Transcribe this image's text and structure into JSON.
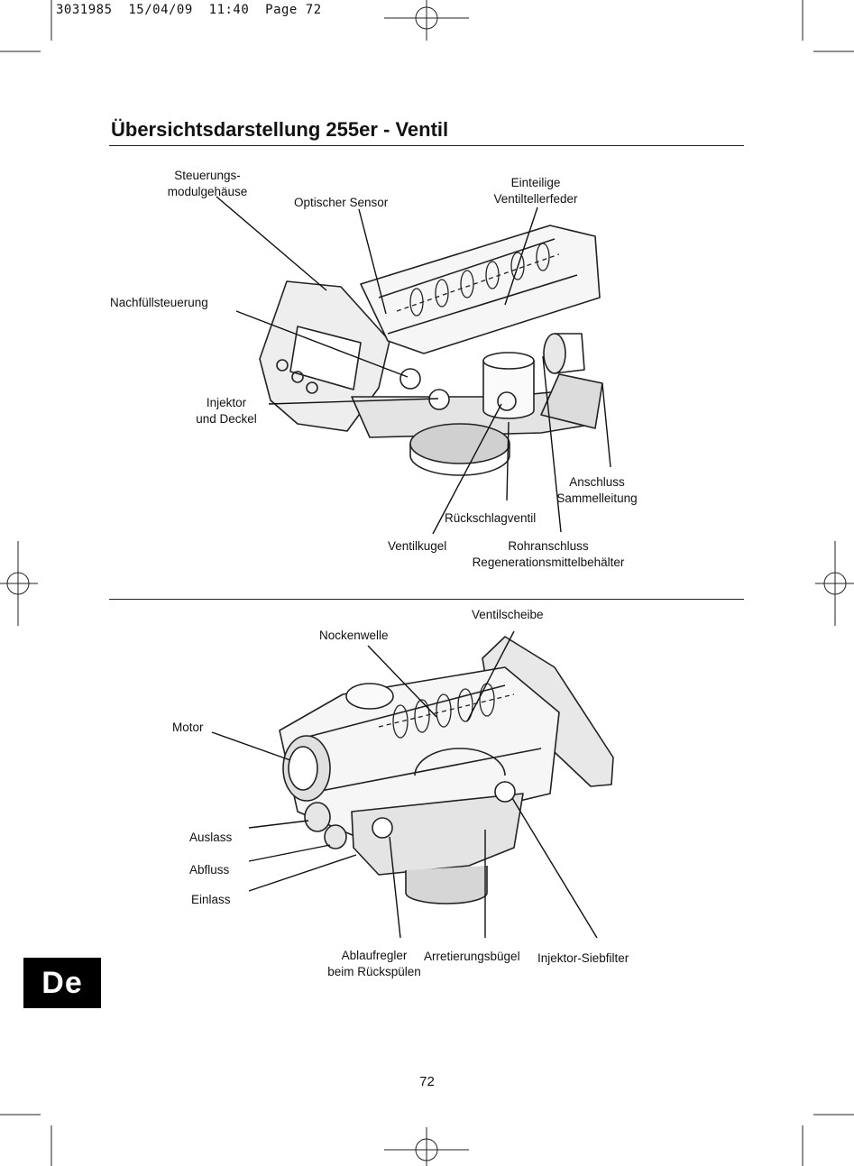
{
  "slug_line": "3031985  15/04/09  11:40  Page 72",
  "heading": "Übersichtsdarstellung 255er - Ventil",
  "figure1": {
    "labels": [
      {
        "id": "steuerungs",
        "lines": [
          "Steuerungs-",
          "modulgehäuse"
        ]
      },
      {
        "id": "optischer",
        "lines": [
          "Optischer Sensor"
        ]
      },
      {
        "id": "einteilige",
        "lines": [
          "Einteilige",
          "Ventiltellerfeder"
        ]
      },
      {
        "id": "nachfuell",
        "lines": [
          "Nachfüllsteuerung"
        ]
      },
      {
        "id": "injektor",
        "lines": [
          "Injektor",
          "und Deckel"
        ]
      },
      {
        "id": "anschluss",
        "lines": [
          "Anschluss",
          "Sammelleitung"
        ]
      },
      {
        "id": "rueckschlag",
        "lines": [
          "Rückschlagventil"
        ]
      },
      {
        "id": "ventilkugel",
        "lines": [
          "Ventilkugel"
        ]
      },
      {
        "id": "rohranschluss",
        "lines": [
          "Rohranschluss",
          "Regenerationsmittelbehälter"
        ]
      }
    ]
  },
  "figure2": {
    "labels": [
      {
        "id": "ventilscheibe",
        "lines": [
          "Ventilscheibe"
        ]
      },
      {
        "id": "nockenwelle",
        "lines": [
          "Nockenwelle"
        ]
      },
      {
        "id": "motor",
        "lines": [
          "Motor"
        ]
      },
      {
        "id": "auslass",
        "lines": [
          "Auslass"
        ]
      },
      {
        "id": "abfluss",
        "lines": [
          "Abfluss"
        ]
      },
      {
        "id": "einlass",
        "lines": [
          "Einlass"
        ]
      },
      {
        "id": "ablaufregler",
        "lines": [
          "Ablaufregler",
          "beim Rückspülen"
        ]
      },
      {
        "id": "arretierung",
        "lines": [
          "Arretierungsbügel"
        ]
      },
      {
        "id": "siebfilter",
        "lines": [
          "Injektor-Siebfilter"
        ]
      }
    ]
  },
  "language_tab": "De",
  "page_number": "72"
}
